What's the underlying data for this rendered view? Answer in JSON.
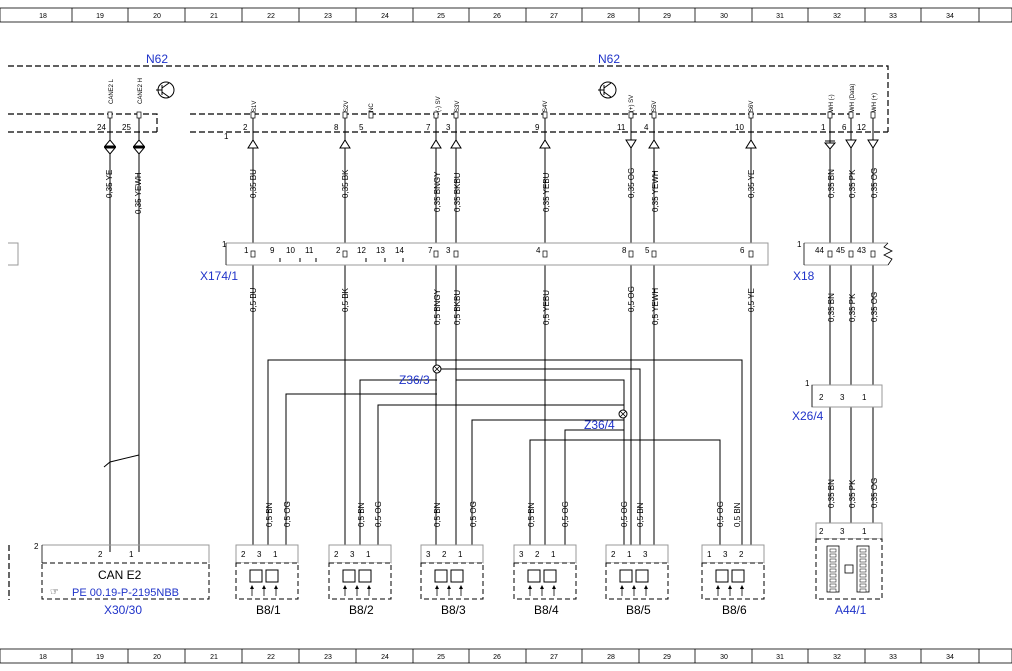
{
  "ruler": [
    "18",
    "19",
    "20",
    "21",
    "22",
    "23",
    "24",
    "25",
    "26",
    "27",
    "28",
    "29",
    "30",
    "31",
    "32",
    "33",
    "34"
  ],
  "modules": {
    "n62_left": "N62",
    "n62_right": "N62"
  },
  "signals": {
    "can_l": "CANE2 L",
    "can_h": "CANE2 H",
    "s1v": "S1V",
    "s2v": "S2V",
    "nc": "NC",
    "sv_minus": "(-) SV",
    "s3v": "S3V",
    "s4v": "S4V",
    "sv_plus": "(+) SV",
    "s5v": "S5V",
    "s6v": "S6V",
    "wh_minus": "WH (-)",
    "wh_data": "WH (Data)",
    "wh_plus": "WH (+)"
  },
  "n62_pins": {
    "p24": "24",
    "p25": "25",
    "p1": "1",
    "p2": "2",
    "p8": "8",
    "p5": "5",
    "p7": "7",
    "p3": "3",
    "p9": "9",
    "p11": "11",
    "p4": "4",
    "p10": "10",
    "q1": "1",
    "q6": "6",
    "q12": "12"
  },
  "wires_top": {
    "w_ye": "0,35 YE",
    "w_yewh": "0,35 YEWH",
    "w_bu": "0,35 BU",
    "w_bk": "0,35 BK",
    "w_bngy": "0,35 BNGY",
    "w_bkbu": "0,35 BKBU",
    "w_yebu": "0,35 YEBU",
    "w_og": "0,35 OG",
    "w_yewh2": "0,35 YEWH",
    "w_ye2": "0,35 YE",
    "w_bn": "0,35 BN",
    "w_pk": "0,35 PK",
    "w_og2": "0,35 OG"
  },
  "x174": {
    "label": "X174/1",
    "end": "1",
    "pins": [
      "1",
      "9",
      "10",
      "11",
      "2",
      "12",
      "13",
      "14",
      "7",
      "3",
      "4",
      "8",
      "5",
      "6"
    ]
  },
  "x18": {
    "label": "X18",
    "end": "1",
    "pins": [
      "44",
      "45",
      "43"
    ]
  },
  "wires_mid": {
    "m_bu": "0,5 BU",
    "m_bk": "0,5 BK",
    "m_bngy": "0,5 BNGY",
    "m_bkbu": "0,5 BKBU",
    "m_yebu": "0,5 YEBU",
    "m_og": "0,5 OG",
    "m_yewh": "0,5 YEWH",
    "m_ye": "0,5 YE",
    "m_bn": "0,35 BN",
    "m_pk": "0,35 PK",
    "m_og2": "0,35 OG"
  },
  "splices": {
    "z363": "Z36/3",
    "z364": "Z36/4"
  },
  "x26": {
    "label": "X26/4",
    "end": "1",
    "pins": [
      "2",
      "3",
      "1"
    ]
  },
  "wires_low": {
    "bn": "0,5 BN",
    "og": "0,5 OG",
    "bn35": "0,35 BN",
    "pk35": "0,35 PK",
    "og35": "0,35 OG"
  },
  "x30": {
    "label": "X30/30",
    "end": "2",
    "pin2": "2",
    "pin1": "1",
    "title": "CAN E2",
    "ref": "PE 00.19-P-2195NBB"
  },
  "sensors": [
    {
      "label": "B8/1",
      "pins": [
        "2",
        "3",
        "1"
      ]
    },
    {
      "label": "B8/2",
      "pins": [
        "2",
        "3",
        "1"
      ]
    },
    {
      "label": "B8/3",
      "pins": [
        "3",
        "2",
        "1"
      ]
    },
    {
      "label": "B8/4",
      "pins": [
        "3",
        "2",
        "1"
      ]
    },
    {
      "label": "B8/5",
      "pins": [
        "2",
        "1",
        "3"
      ]
    },
    {
      "label": "B8/6",
      "pins": [
        "1",
        "3",
        "2"
      ]
    }
  ],
  "a44": {
    "label": "A44/1",
    "pins": [
      "2",
      "3",
      "1"
    ]
  }
}
